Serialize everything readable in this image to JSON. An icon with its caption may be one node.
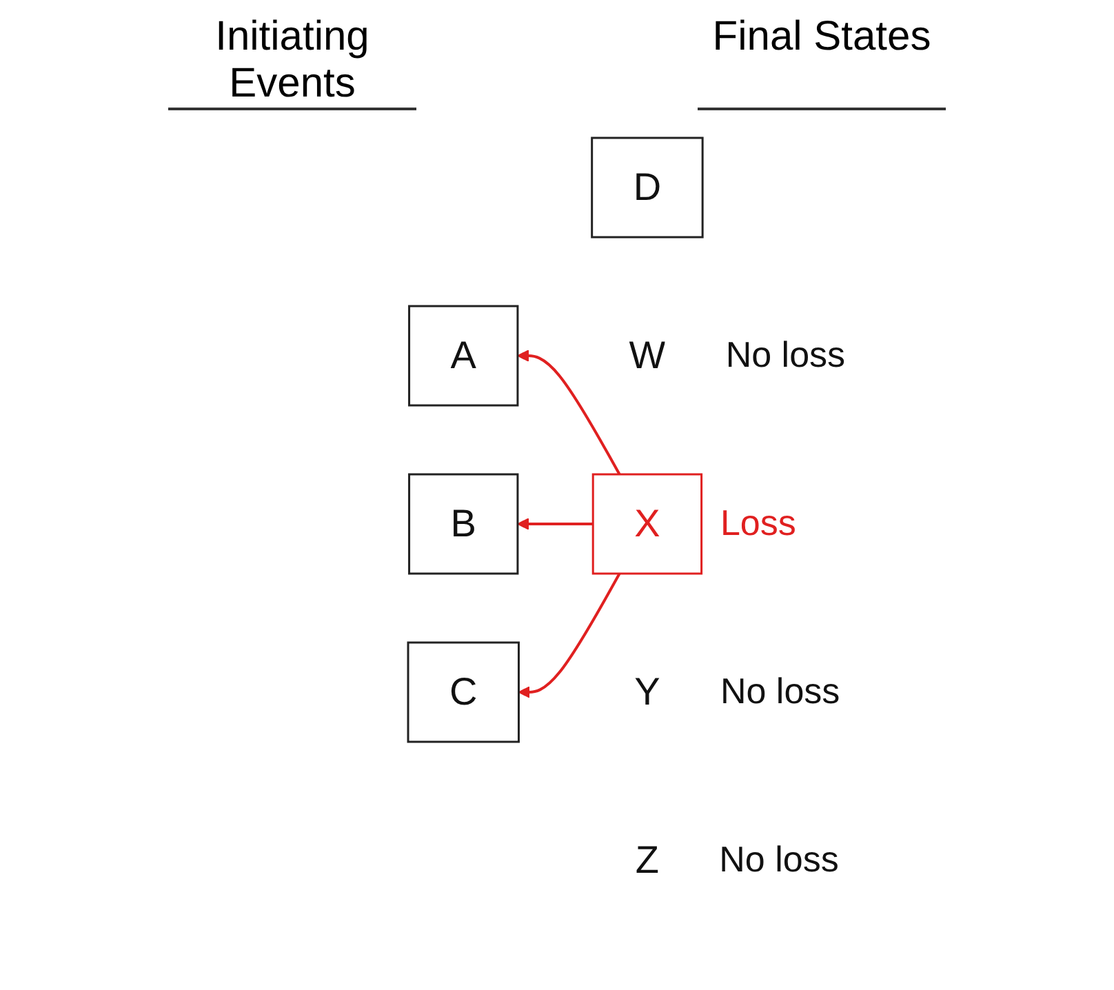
{
  "diagram": {
    "nodes": [
      {
        "text": [
          "A"
        ]
      },
      {
        "text": [
          "B"
        ]
      },
      {
        "text": [
          "C"
        ]
      },
      {
        "text": [
          "D"
        ]
      },
      {
        "text": [
          "W"
        ],
        "beside": [
          "No loss"
        ]
      },
      {
        "text": [
          "X"
        ],
        "beside": [
          "Loss"
        ]
      },
      {
        "text": [
          "Y"
        ],
        "beside": [
          "No loss"
        ]
      },
      {
        "text": [
          "Z"
        ],
        "beside": [
          "No loss"
        ]
      }
    ],
    "edges": [
      {
        "from": 5,
        "to": 0,
        "arrow": "to",
        "color": "#e02020"
      },
      {
        "from": 5,
        "to": 1,
        "arrow": "to",
        "color": "#e02020"
      },
      {
        "from": 5,
        "to": 2,
        "arrow": "to",
        "color": "#e02020"
      }
    ],
    "labels": [
      "Initiating Events",
      "Final States"
    ]
  }
}
